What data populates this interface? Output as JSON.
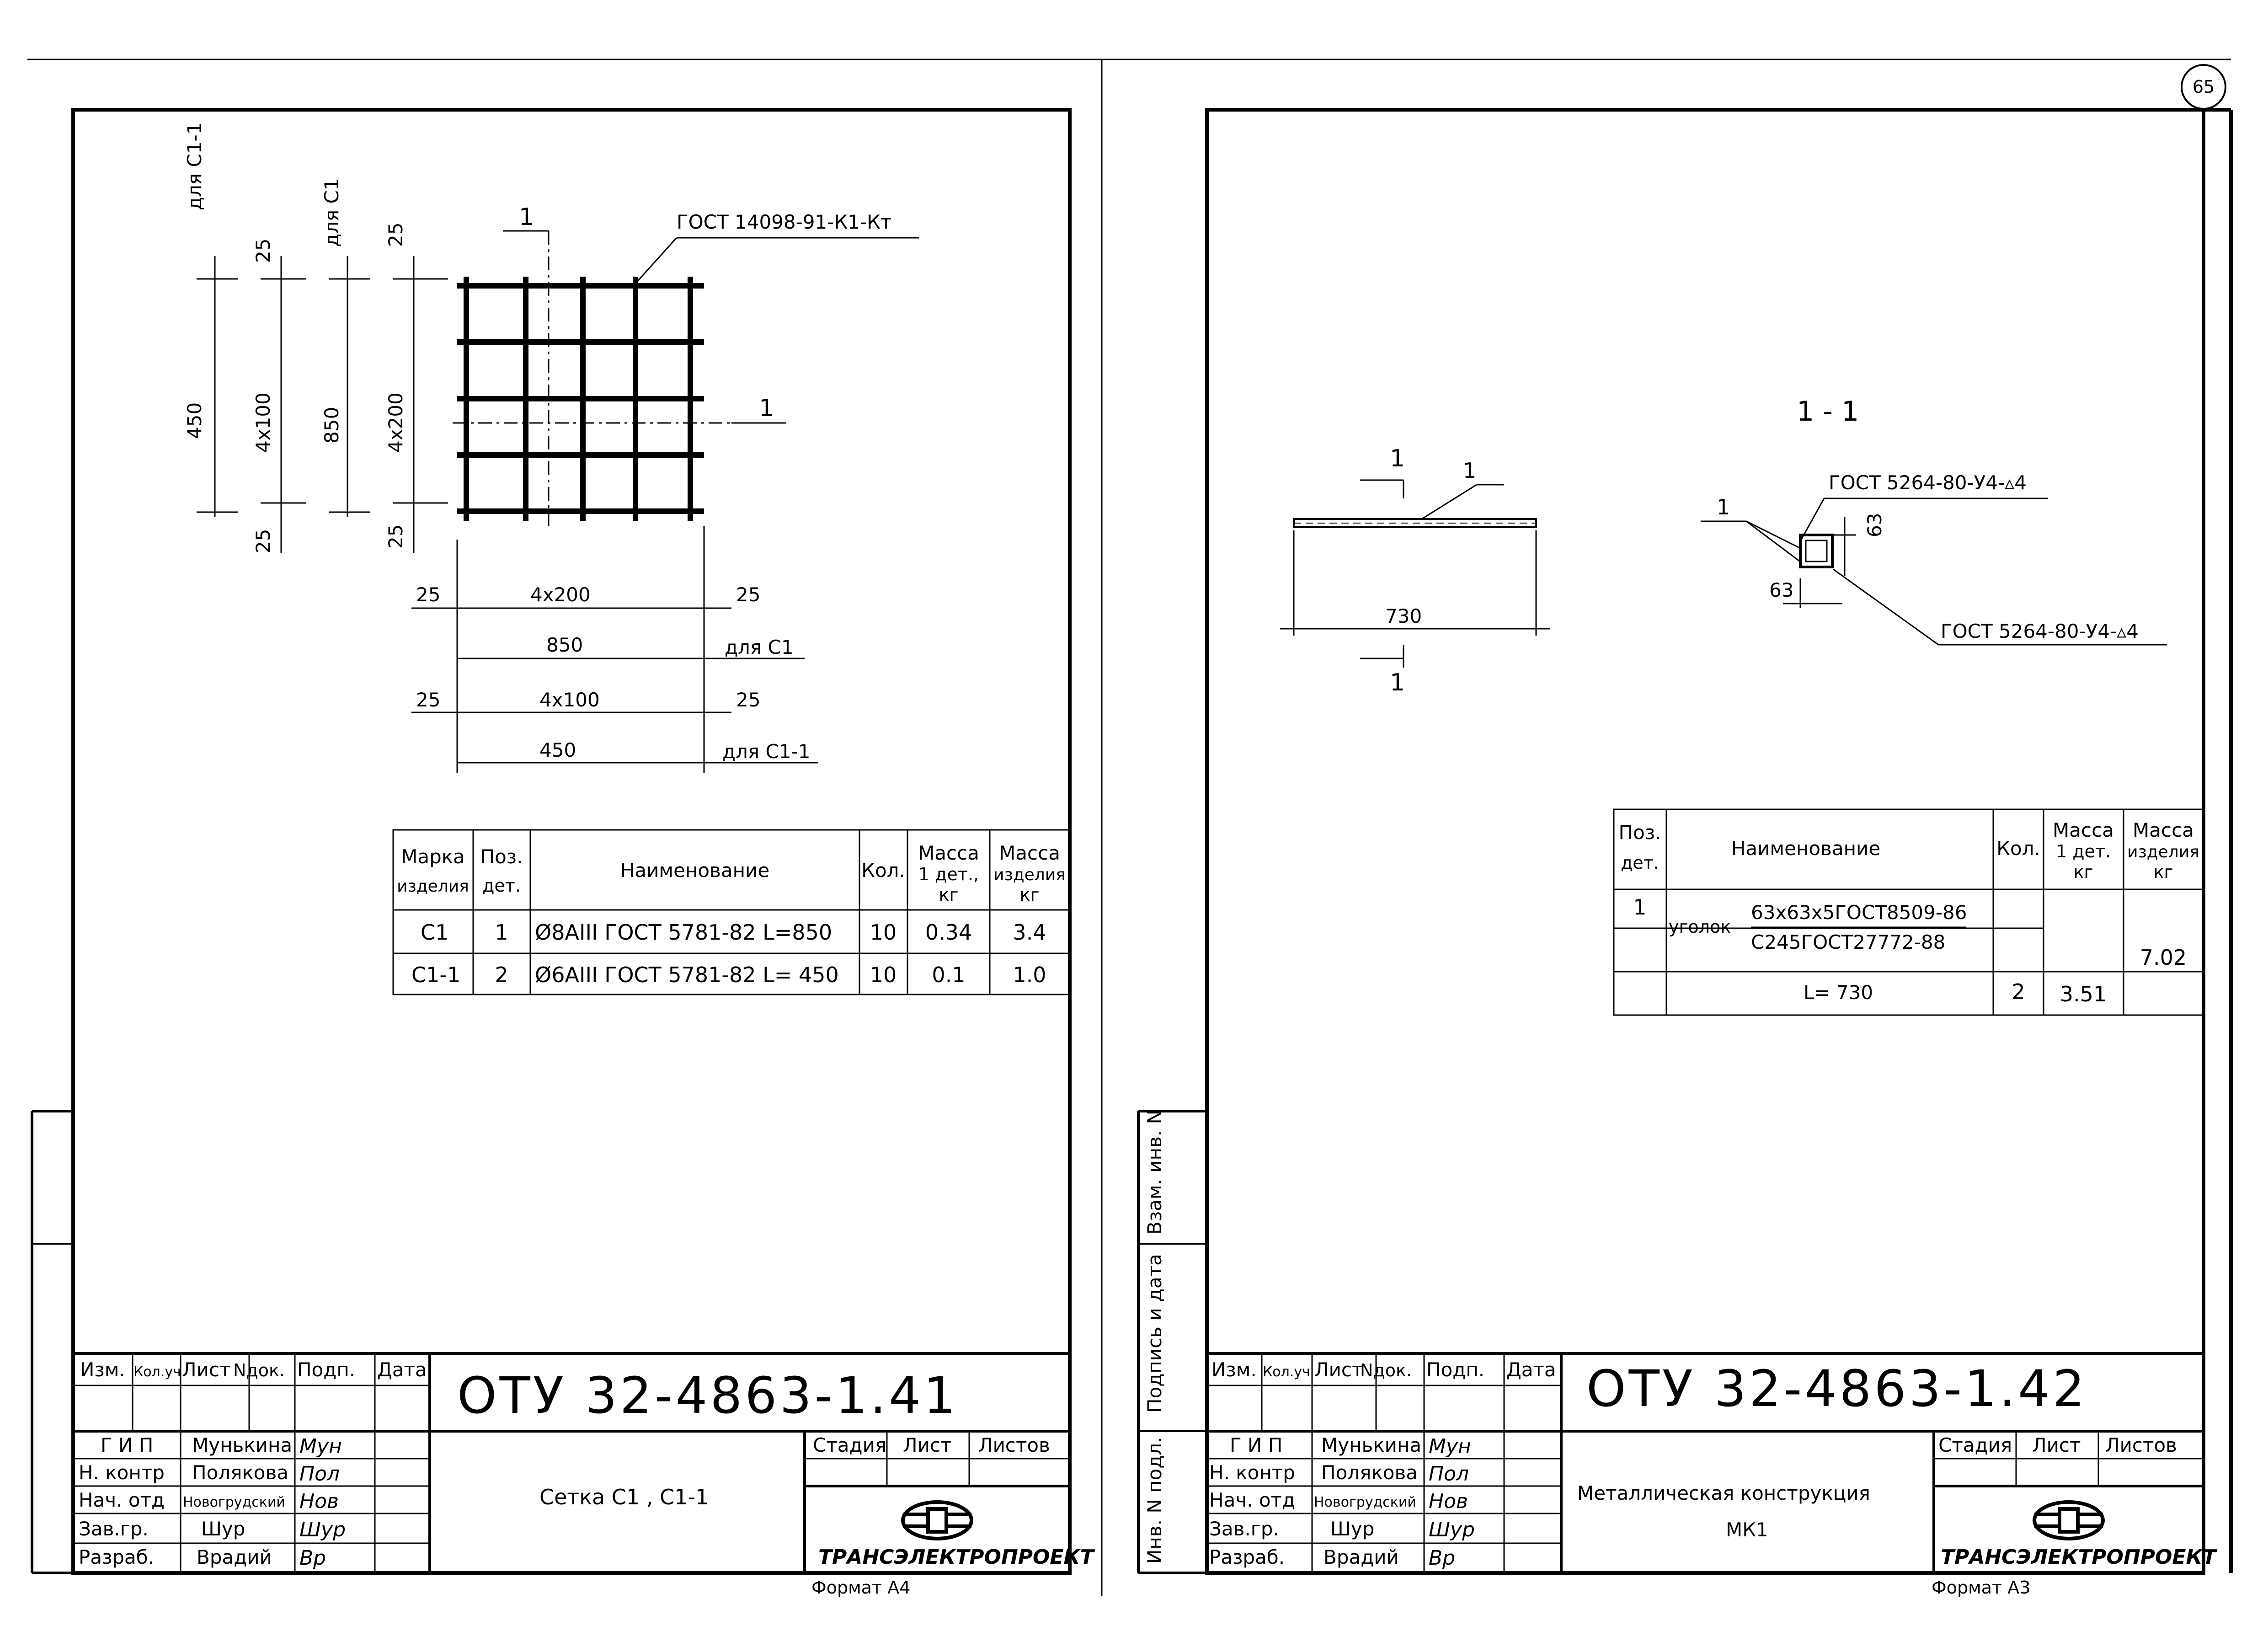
{
  "page_number": "65",
  "left_sheet": {
    "rotated_labels": {
      "for_c1_1": "для С1-1",
      "for_c1": "для С1",
      "d25_a": "25",
      "d25_b": "25",
      "d450": "450",
      "d4x100": "4х100",
      "d850": "850",
      "d4x200": "4х200",
      "d25_c": "25",
      "d25_d": "25"
    },
    "section_mark_top": "1",
    "section_mark_right": "1",
    "gost_label": "ГОСТ 14098-91-К1-Кт",
    "dims": {
      "row1_left": "25",
      "row1_mid": "4х200",
      "row1_right": "25",
      "row2_mid": "850",
      "row2_note": "для С1",
      "row3_left": "25",
      "row3_mid": "4х100",
      "row3_right": "25",
      "row4_mid": "450",
      "row4_note": "для С1-1"
    },
    "spec_table": {
      "headers": {
        "mark_1": "Марка",
        "mark_2": "изделия",
        "pos_1": "Поз.",
        "pos_2": "дет.",
        "name": "Наименование",
        "qty": "Кол.",
        "mass1_1": "Масса",
        "mass1_2": "1 дет.,",
        "mass1_3": "кг",
        "mass2_1": "Масса",
        "mass2_2": "изделия",
        "mass2_3": "кг"
      },
      "rows": [
        {
          "mark": "С1",
          "pos": "1",
          "name": "Ø8АIII ГОСТ 5781-82 L=850",
          "qty": "10",
          "mass_det": "0.34",
          "mass_item": "3.4"
        },
        {
          "mark": "С1-1",
          "pos": "2",
          "name": "Ø6АIII ГОСТ 5781-82 L= 450",
          "qty": "10",
          "mass_det": "0.1",
          "mass_item": "1.0"
        }
      ]
    },
    "title_block": {
      "code": "ОТУ 32-4863-1.41",
      "header": {
        "izm": "Изм.",
        "kol": "Кол.уч",
        "list": "Лист",
        "ndok": "Nдок.",
        "podp": "Подп.",
        "data": "Дата"
      },
      "roles": [
        "Г И П",
        "Н. контр",
        "Нач. отд",
        "Зав.гр.",
        "Разраб."
      ],
      "names": [
        "Мунькина",
        "Полякова",
        "Новогрудский",
        "Шур",
        "Врадий"
      ],
      "signatures": [
        "Мун",
        "Пол",
        "Нов",
        "Шур",
        "Вр"
      ],
      "stage": "Стадия",
      "sheet": "Лист",
      "sheets": "Листов",
      "description": "Сетка С1 , С1-1",
      "company": "ТРАНСЭЛЕКТРОПРОЕКТ",
      "format": "Формат А4"
    }
  },
  "right_sheet": {
    "side_labels": {
      "inv": "Инв. N подл.",
      "podpis": "Подпись и дата",
      "vzam": "Взам. инв. N"
    },
    "section_title": "1 - 1",
    "plan": {
      "mark_top": "1",
      "leader_label": "1",
      "dim": "730",
      "mark_bottom": "1"
    },
    "section": {
      "leader_left": "1",
      "gost_top": "ГОСТ 5264-80-У4-▵4",
      "dim_v": "63",
      "dim_h": "63",
      "gost_bottom": "ГОСТ 5264-80-У4-▵4"
    },
    "spec_table": {
      "headers": {
        "pos_1": "Поз.",
        "pos_2": "дет.",
        "name": "Наименование",
        "qty": "Кол.",
        "mass1_1": "Масса",
        "mass1_2": "1 дет.",
        "mass1_3": "кг",
        "mass2_1": "Масса",
        "mass2_2": "изделия",
        "mass2_3": "кг"
      },
      "row_pos": "1",
      "name_prefix": "уголок",
      "name_top": "63х63х5ГОСТ8509-86",
      "name_bottom": "С245ГОСТ27772-88",
      "length": "L= 730",
      "qty": "2",
      "mass_det": "3.51",
      "mass_item": "7.02"
    },
    "title_block": {
      "code": "ОТУ 32-4863-1.42",
      "header": {
        "izm": "Изм.",
        "kol": "Кол.уч",
        "list": "Лист",
        "ndok": "Nдок.",
        "podp": "Подп.",
        "data": "Дата"
      },
      "roles": [
        "Г И П",
        "Н. контр",
        "Нач. отд",
        "Зав.гр.",
        "Разраб."
      ],
      "names": [
        "Мунькина",
        "Полякова",
        "Новогрудский",
        "Шур",
        "Врадий"
      ],
      "signatures": [
        "Мун",
        "Пол",
        "Нов",
        "Шур",
        "Вр"
      ],
      "stage": "Стадия",
      "sheet": "Лист",
      "sheets": "Листов",
      "description_1": "Металлическая конструкция",
      "description_2": "МК1",
      "company": "ТРАНСЭЛЕКТРОПРОЕКТ",
      "format": "Формат А3"
    }
  }
}
